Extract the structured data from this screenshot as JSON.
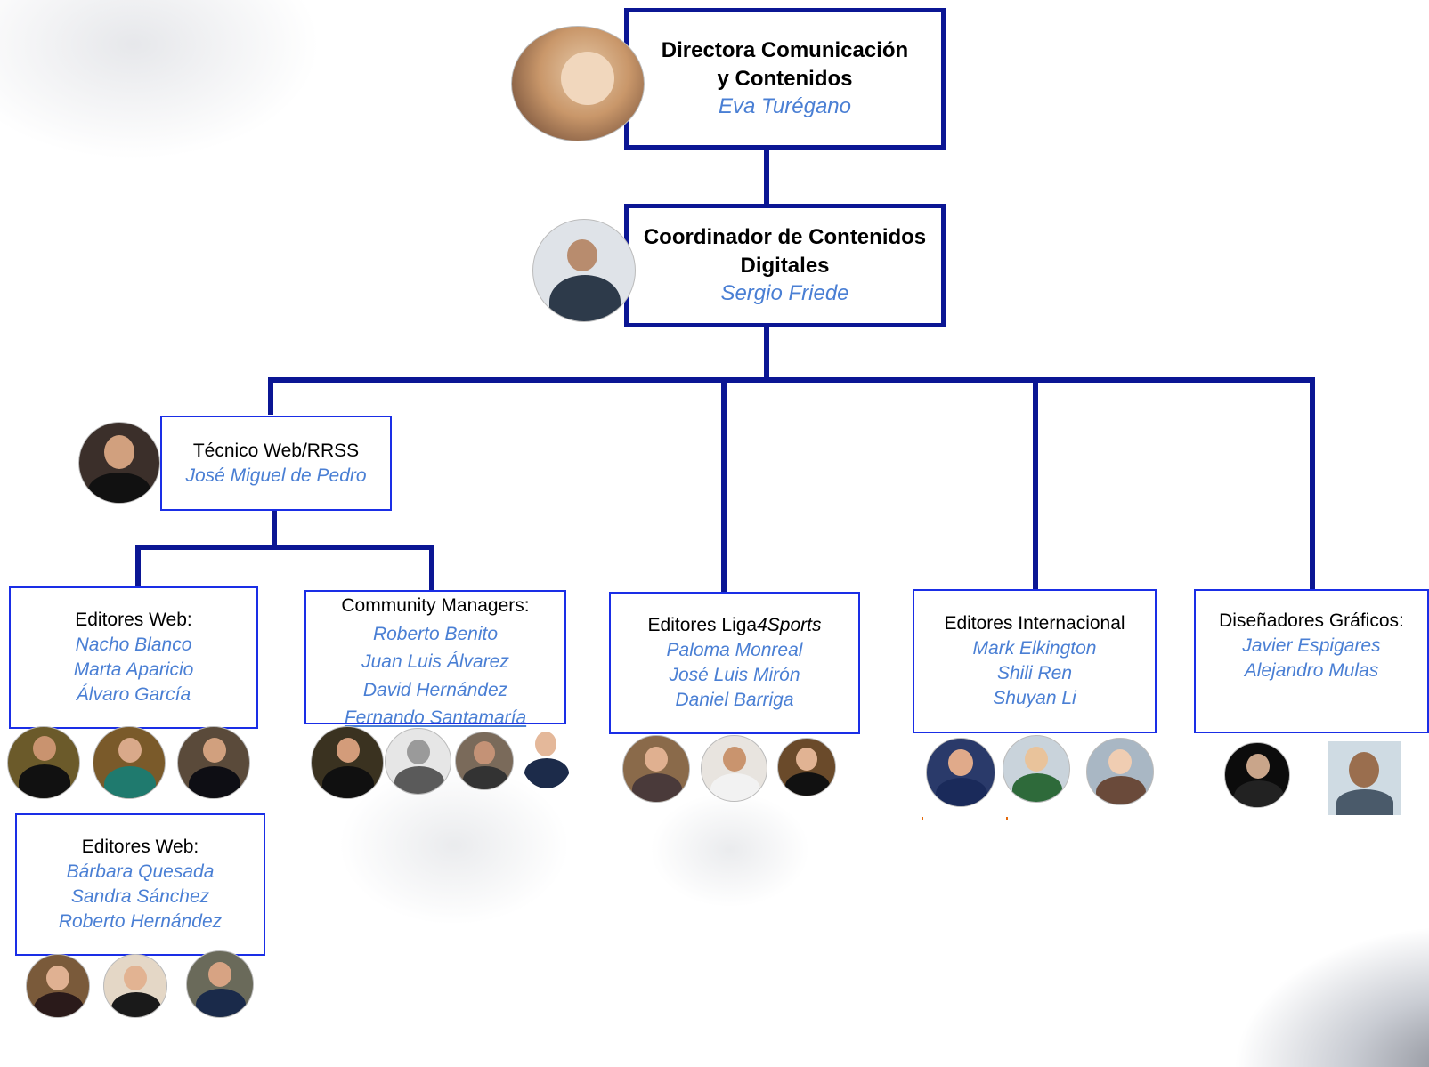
{
  "nodes": {
    "director": {
      "title_1": "Directora Comunicación",
      "title_2": "y Contenidos",
      "person": "Eva Turégano"
    },
    "coordinator": {
      "title_1": "Coordinador de Contenidos",
      "title_2": "Digitales",
      "person": "Sergio Friede"
    },
    "tecnico": {
      "title": "Técnico Web/RRSS",
      "person": "José Miguel de Pedro"
    },
    "editores_web_1": {
      "title": "Editores Web:",
      "people": [
        "Nacho Blanco",
        "Marta Aparicio",
        "Álvaro García"
      ]
    },
    "community": {
      "title": "Community Managers:",
      "people": [
        "Roberto Benito",
        "Juan Luis Álvarez",
        "David Hernández",
        "Fernando Santamaría"
      ]
    },
    "liga4sports": {
      "title_prefix": "Editores Liga",
      "title_suffix": "4Sports",
      "people": [
        "Paloma Monreal",
        "José Luis Mirón",
        "Daniel Barriga"
      ]
    },
    "internacional": {
      "title": "Editores Internacional",
      "people": [
        "Mark Elkington",
        "Shili Ren",
        "Shuyan Li"
      ]
    },
    "disenadores": {
      "title": "Diseñadores Gráficos:",
      "people": [
        "Javier Espigares",
        "Alejandro Mulas"
      ]
    },
    "editores_web_2": {
      "title": "Editores Web:",
      "people": [
        "Bárbara Quesada",
        "Sandra Sánchez",
        "Roberto Hernández"
      ]
    }
  },
  "colors": {
    "main_border": "#0b1694",
    "sub_border": "#1a2ee6",
    "connector": "#0b1694",
    "person_name": "#4a7fd4"
  }
}
